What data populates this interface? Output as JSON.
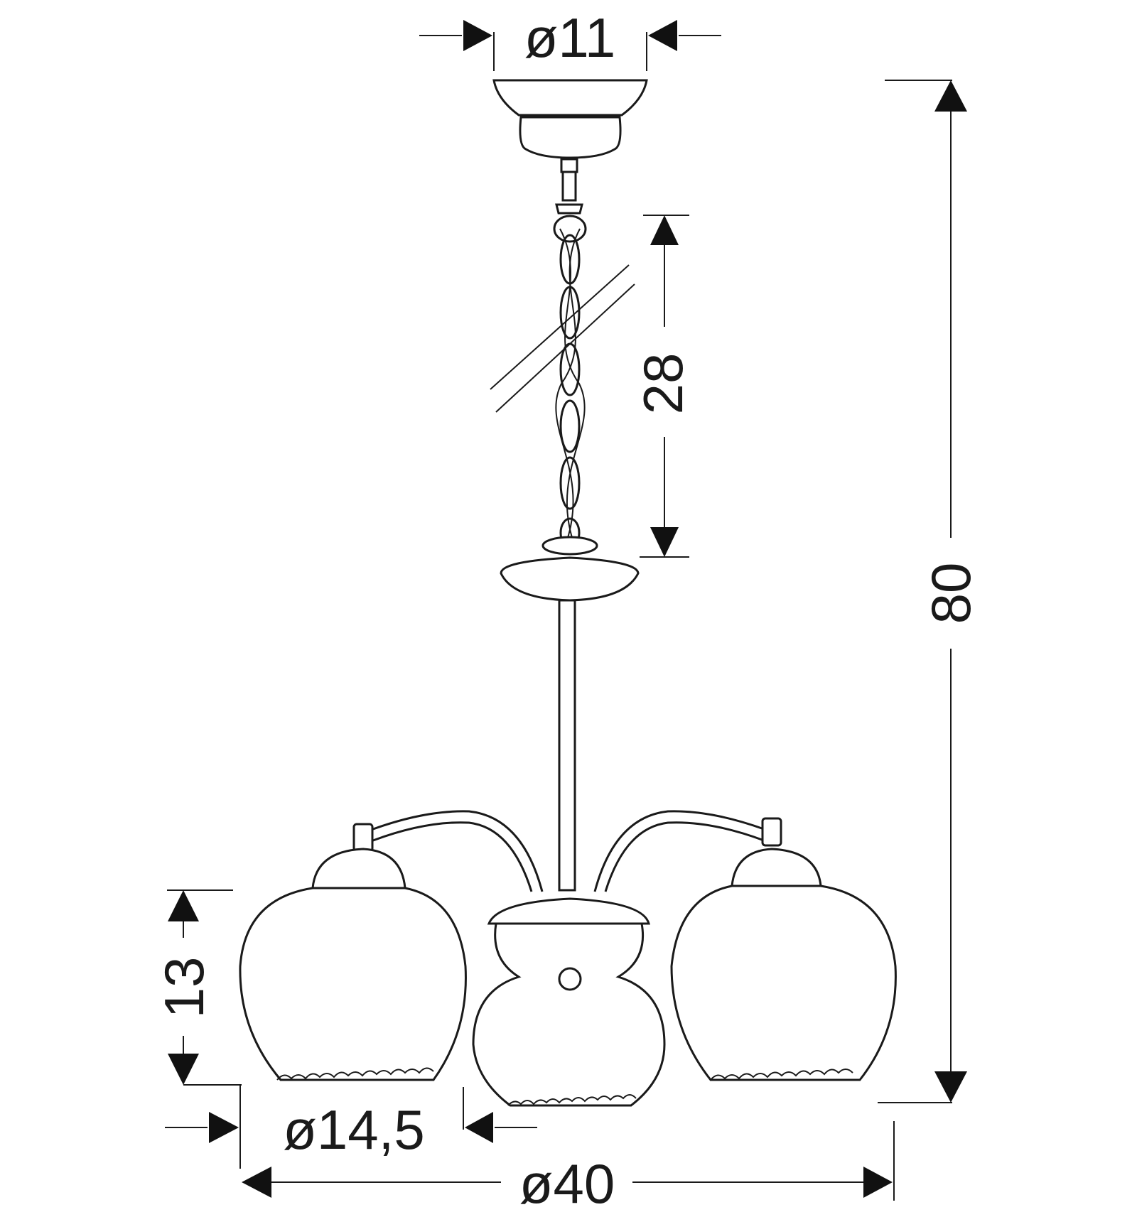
{
  "dimensions": {
    "canopy_diameter": "ø11",
    "chain_length": "28",
    "total_height": "80",
    "shade_height": "13",
    "shade_diameter": "ø14,5",
    "overall_diameter": "ø40"
  },
  "colors": {
    "line": "#1a1a1a",
    "background": "#ffffff"
  }
}
